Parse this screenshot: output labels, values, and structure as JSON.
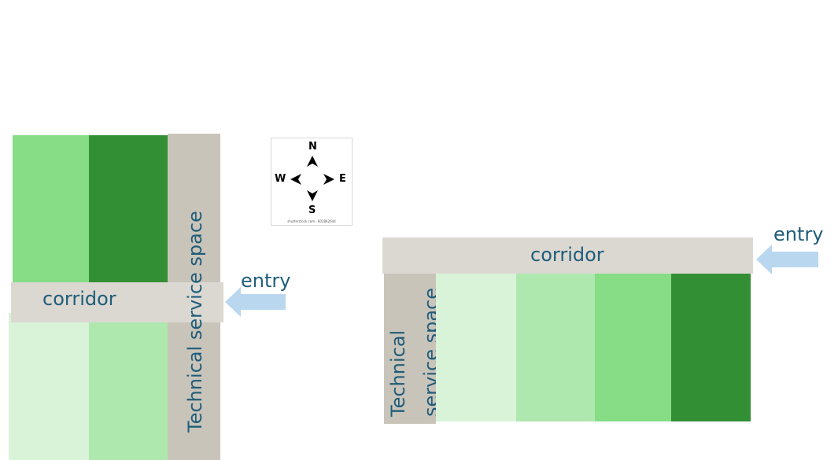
{
  "colors": {
    "green_lightest": "#d9f3d9",
    "green_light": "#aee8ae",
    "green_mid": "#86dd86",
    "green_dark": "#338f33",
    "service_space": "#c9c4ba",
    "corridor": "#dbd8d2",
    "entry_arrow": "#b9d8ef",
    "label_text": "#1f5d7a"
  },
  "left_plan": {
    "corridor_label": "corridor",
    "service_label": "Technical service space",
    "entry_label": "entry"
  },
  "right_plan": {
    "corridor_label": "corridor",
    "service_label_line1": "Technical",
    "service_label_line2": "service space",
    "entry_label": "entry"
  },
  "compass": {
    "north": "N",
    "south": "S",
    "east": "E",
    "west": "W",
    "credit": "shutterstock.com · 602862644"
  }
}
